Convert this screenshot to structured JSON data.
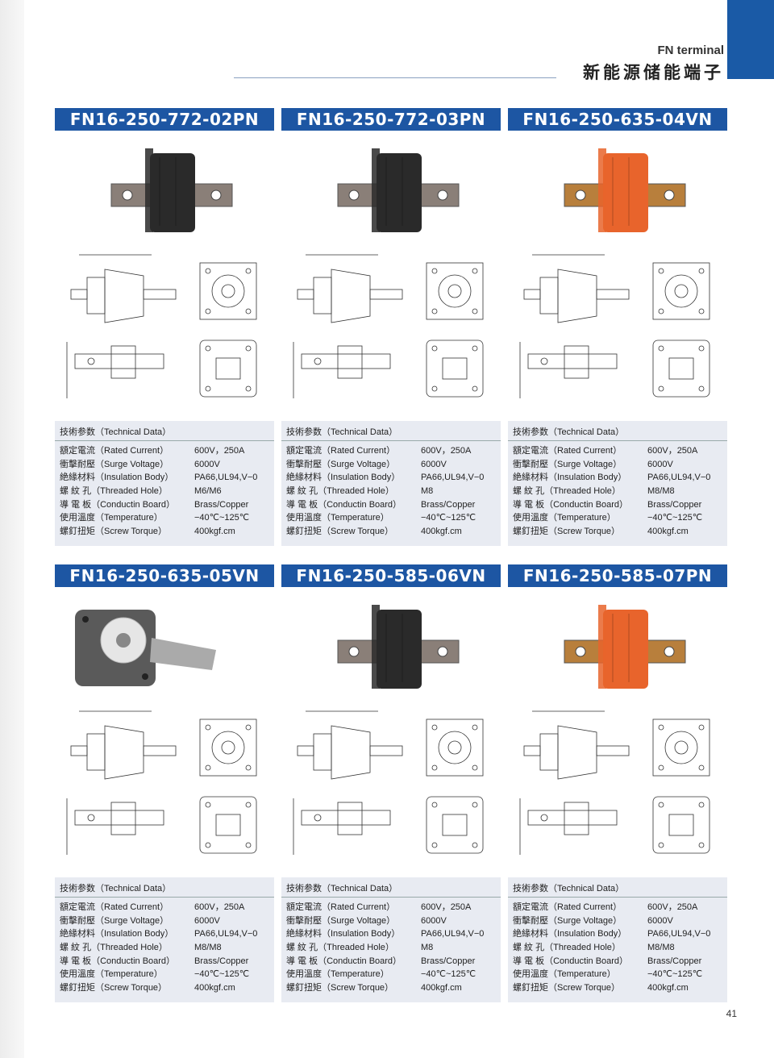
{
  "header": {
    "en_title": "FN terminal",
    "cn_title": "新能源储能端子"
  },
  "spec_labels": {
    "head": "技術参数（Technical Data）",
    "rated_current": "額定電流（Rated Current）",
    "surge_voltage": "衝擊耐壓（Surge Voltage）",
    "insulation": "絶緣材料（Insulation Body）",
    "threaded_hole": "螺 紋 孔（Threaded Hole）",
    "conductin_board": "導 電 板（Conductin Board）",
    "temperature": "使用溫度（Temperature）",
    "screw_torque": "螺釘扭矩（Screw Torque）"
  },
  "products": [
    {
      "title": "FN16-250-772-02PN",
      "rated_current": "600V，250A",
      "surge_voltage": "6000V",
      "insulation": "PA66,UL94,V−0",
      "threaded_hole": "M6/M6",
      "conductin_board": "Brass/Copper",
      "temperature": "−40℃~125℃",
      "screw_torque": "400kgf.cm",
      "body_color": "#2a2a2a"
    },
    {
      "title": "FN16-250-772-03PN",
      "rated_current": "600V，250A",
      "surge_voltage": "6000V",
      "insulation": "PA66,UL94,V−0",
      "threaded_hole": "M8",
      "conductin_board": "Brass/Copper",
      "temperature": "−40℃~125℃",
      "screw_torque": "400kgf.cm",
      "body_color": "#2a2a2a"
    },
    {
      "title": "FN16-250-635-04VN",
      "rated_current": "600V，250A",
      "surge_voltage": "6000V",
      "insulation": "PA66,UL94,V−0",
      "threaded_hole": "M8/M8",
      "conductin_board": "Brass/Copper",
      "temperature": "−40℃~125℃",
      "screw_torque": "400kgf.cm",
      "body_color": "#e8642c"
    },
    {
      "title": "FN16-250-635-05VN",
      "rated_current": "600V，250A",
      "surge_voltage": "6000V",
      "insulation": "PA66,UL94,V−0",
      "threaded_hole": "M8/M8",
      "conductin_board": "Brass/Copper",
      "temperature": "−40℃~125℃",
      "screw_torque": "400kgf.cm",
      "body_color": "#5a5a5a"
    },
    {
      "title": "FN16-250-585-06VN",
      "rated_current": "600V，250A",
      "surge_voltage": "6000V",
      "insulation": "PA66,UL94,V−0",
      "threaded_hole": "M8",
      "conductin_board": "Brass/Copper",
      "temperature": "−40℃~125℃",
      "screw_torque": "400kgf.cm",
      "body_color": "#2a2a2a"
    },
    {
      "title": "FN16-250-585-07PN",
      "rated_current": "600V，250A",
      "surge_voltage": "6000V",
      "insulation": "PA66,UL94,V−0",
      "threaded_hole": "M8/M8",
      "conductin_board": "Brass/Copper",
      "temperature": "−40℃~125℃",
      "screw_torque": "400kgf.cm",
      "body_color": "#e8642c"
    }
  ],
  "page_number": "41"
}
